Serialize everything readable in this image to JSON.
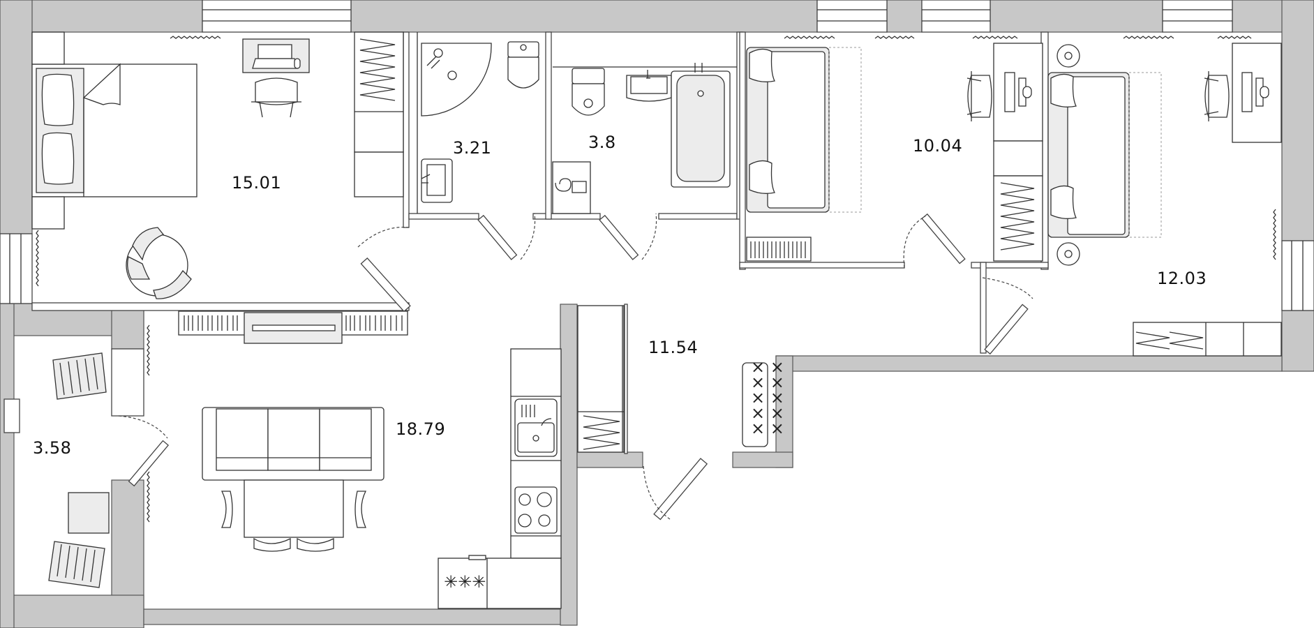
{
  "rooms": [
    {
      "id": "bedroom-1",
      "area": "15.01"
    },
    {
      "id": "bathroom",
      "area": "3.21"
    },
    {
      "id": "washroom",
      "area": "3.8"
    },
    {
      "id": "bedroom-2",
      "area": "10.04"
    },
    {
      "id": "bedroom-3",
      "area": "12.03"
    },
    {
      "id": "hallway",
      "area": "11.54"
    },
    {
      "id": "living-kitchen",
      "area": "18.79"
    },
    {
      "id": "balcony",
      "area": "3.58"
    }
  ],
  "stove_symbol": "✳✳✳",
  "colors": {
    "wall": "#c8c8c8",
    "stroke": "#333333",
    "furniture_fill": "#ececec"
  }
}
